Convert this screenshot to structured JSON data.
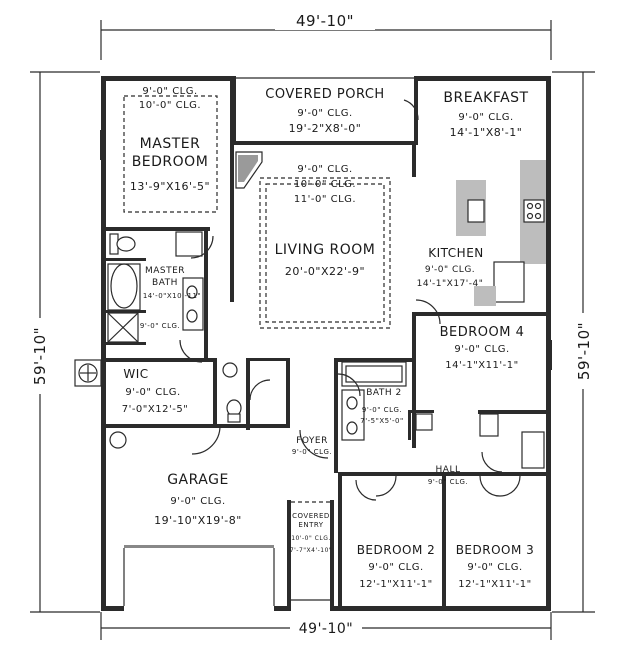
{
  "dimensions": {
    "top": "49'-10\"",
    "bottom": "49'-10\"",
    "left": "59'-10\"",
    "right": "59'-10\""
  },
  "rooms": {
    "master_bedroom": {
      "clg1": "9'-0\" CLG.",
      "clg2": "10'-0\" CLG.",
      "name1": "MASTER",
      "name2": "BEDROOM",
      "size": "13'-9\"X16'-5\""
    },
    "covered_porch": {
      "name": "COVERED PORCH",
      "clg": "9'-0\" CLG.",
      "size": "19'-2\"X8'-0\""
    },
    "breakfast": {
      "name": "BREAKFAST",
      "clg": "9'-0\" CLG.",
      "size": "14'-1\"X8'-1\""
    },
    "living_room": {
      "clg1": "9'-0\" CLG.",
      "clg2": "10'-0\" CLG.",
      "clg3": "11'-0\" CLG.",
      "name": "LIVING ROOM",
      "size": "20'-0\"X22'-9\""
    },
    "kitchen": {
      "name": "KITCHEN",
      "clg": "9'-0\" CLG.",
      "size": "14'-1\"X17'-4\""
    },
    "master_bath": {
      "name1": "MASTER",
      "name2": "BATH",
      "size": "14'-0\"X10'-11\"",
      "clg": "9'-0\" CLG."
    },
    "bedroom4": {
      "name": "BEDROOM 4",
      "clg": "9'-0\" CLG.",
      "size": "14'-1\"X11'-1\""
    },
    "wic": {
      "name": "WIC",
      "clg": "9'-0\" CLG.",
      "size": "7'-0\"X12'-5\""
    },
    "bath2": {
      "name": "BATH 2",
      "clg": "9'-0\" CLG.",
      "size": "7'-5\"X5'-0\""
    },
    "foyer": {
      "name": "FOYER",
      "clg": "9'-0\" CLG."
    },
    "hall": {
      "name": "HALL",
      "clg": "9'-0\" CLG."
    },
    "garage": {
      "name": "GARAGE",
      "clg": "9'-0\" CLG.",
      "size": "19'-10\"X19'-8\""
    },
    "covered_entry": {
      "name1": "COVERED",
      "name2": "ENTRY",
      "clg": "10'-0\" CLG.",
      "size": "7'-7\"X4'-10\""
    },
    "bedroom2": {
      "name": "BEDROOM 2",
      "clg": "9'-0\" CLG.",
      "size": "12'-1\"X11'-1\""
    },
    "bedroom3": {
      "name": "BEDROOM 3",
      "clg": "9'-0\" CLG.",
      "size": "12'-1\"X11'-1\""
    }
  },
  "colors": {
    "wall": "#2b2b2b",
    "background": "#ffffff",
    "fixture_fill": "#bdbdbd"
  }
}
